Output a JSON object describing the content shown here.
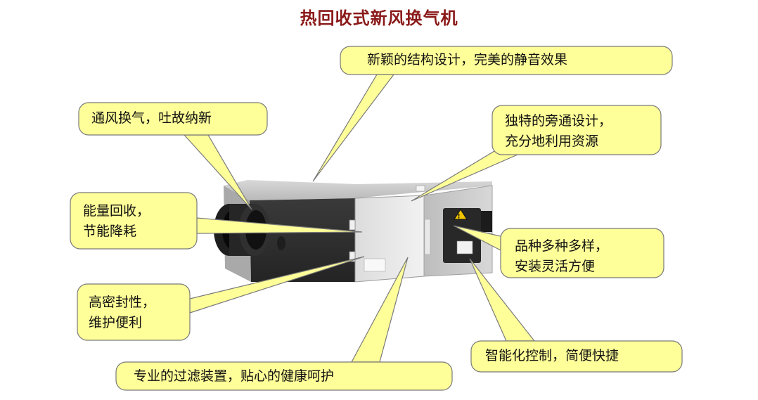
{
  "title": "热回收式新风换气机",
  "colors": {
    "title": "#8b1a1a",
    "callout_fill": "#ffff99",
    "callout_stroke": "#7a7a7a"
  },
  "callouts": [
    {
      "id": "structure",
      "lines": [
        "新颖的结构设计，完美的静音效果"
      ]
    },
    {
      "id": "ventilation",
      "lines": [
        "通风换气，吐故纳新"
      ]
    },
    {
      "id": "bypass",
      "lines": [
        "独特的旁通设计，",
        "充分地利用资源"
      ]
    },
    {
      "id": "energy",
      "lines": [
        "能量回收，",
        "节能降耗"
      ]
    },
    {
      "id": "variety",
      "lines": [
        "品种多种多样，",
        "安装灵活方便"
      ]
    },
    {
      "id": "seal",
      "lines": [
        "高密封性，",
        "维护便利"
      ]
    },
    {
      "id": "control",
      "lines": [
        "智能化控制，简便快捷"
      ]
    },
    {
      "id": "filter",
      "lines": [
        "专业的过滤装置，贴心的健康呵护"
      ]
    }
  ]
}
